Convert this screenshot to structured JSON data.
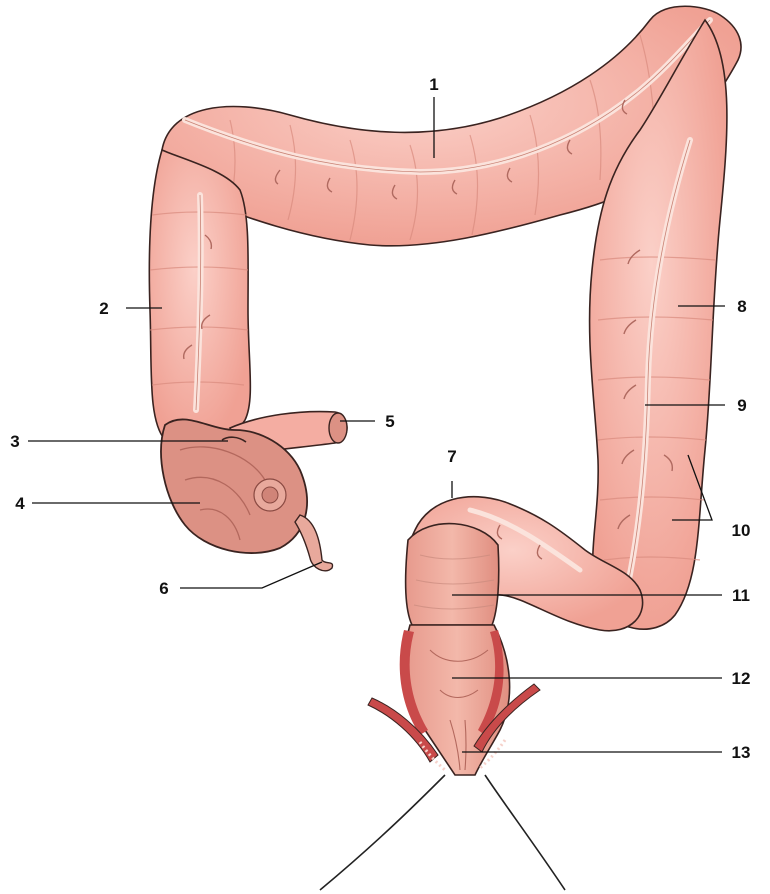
{
  "colors": {
    "colon_fill": "#f4ada2",
    "colon_highlight": "#fbd0c8",
    "colon_outline": "#3a2320",
    "taenia": "#fbe3dc",
    "cecum_fill": "#dc9184",
    "rectum_fill": "#e9a89a",
    "muscle_red": "#c94a4a",
    "skin_line": "#222222",
    "label_text": "#111111"
  },
  "labels": {
    "l1": "1",
    "l2": "2",
    "l3": "3",
    "l4": "4",
    "l5": "5",
    "l6": "6",
    "l7": "7",
    "l8": "8",
    "l9": "9",
    "l10": "10",
    "l11": "11",
    "l12": "12",
    "l13": "13"
  }
}
